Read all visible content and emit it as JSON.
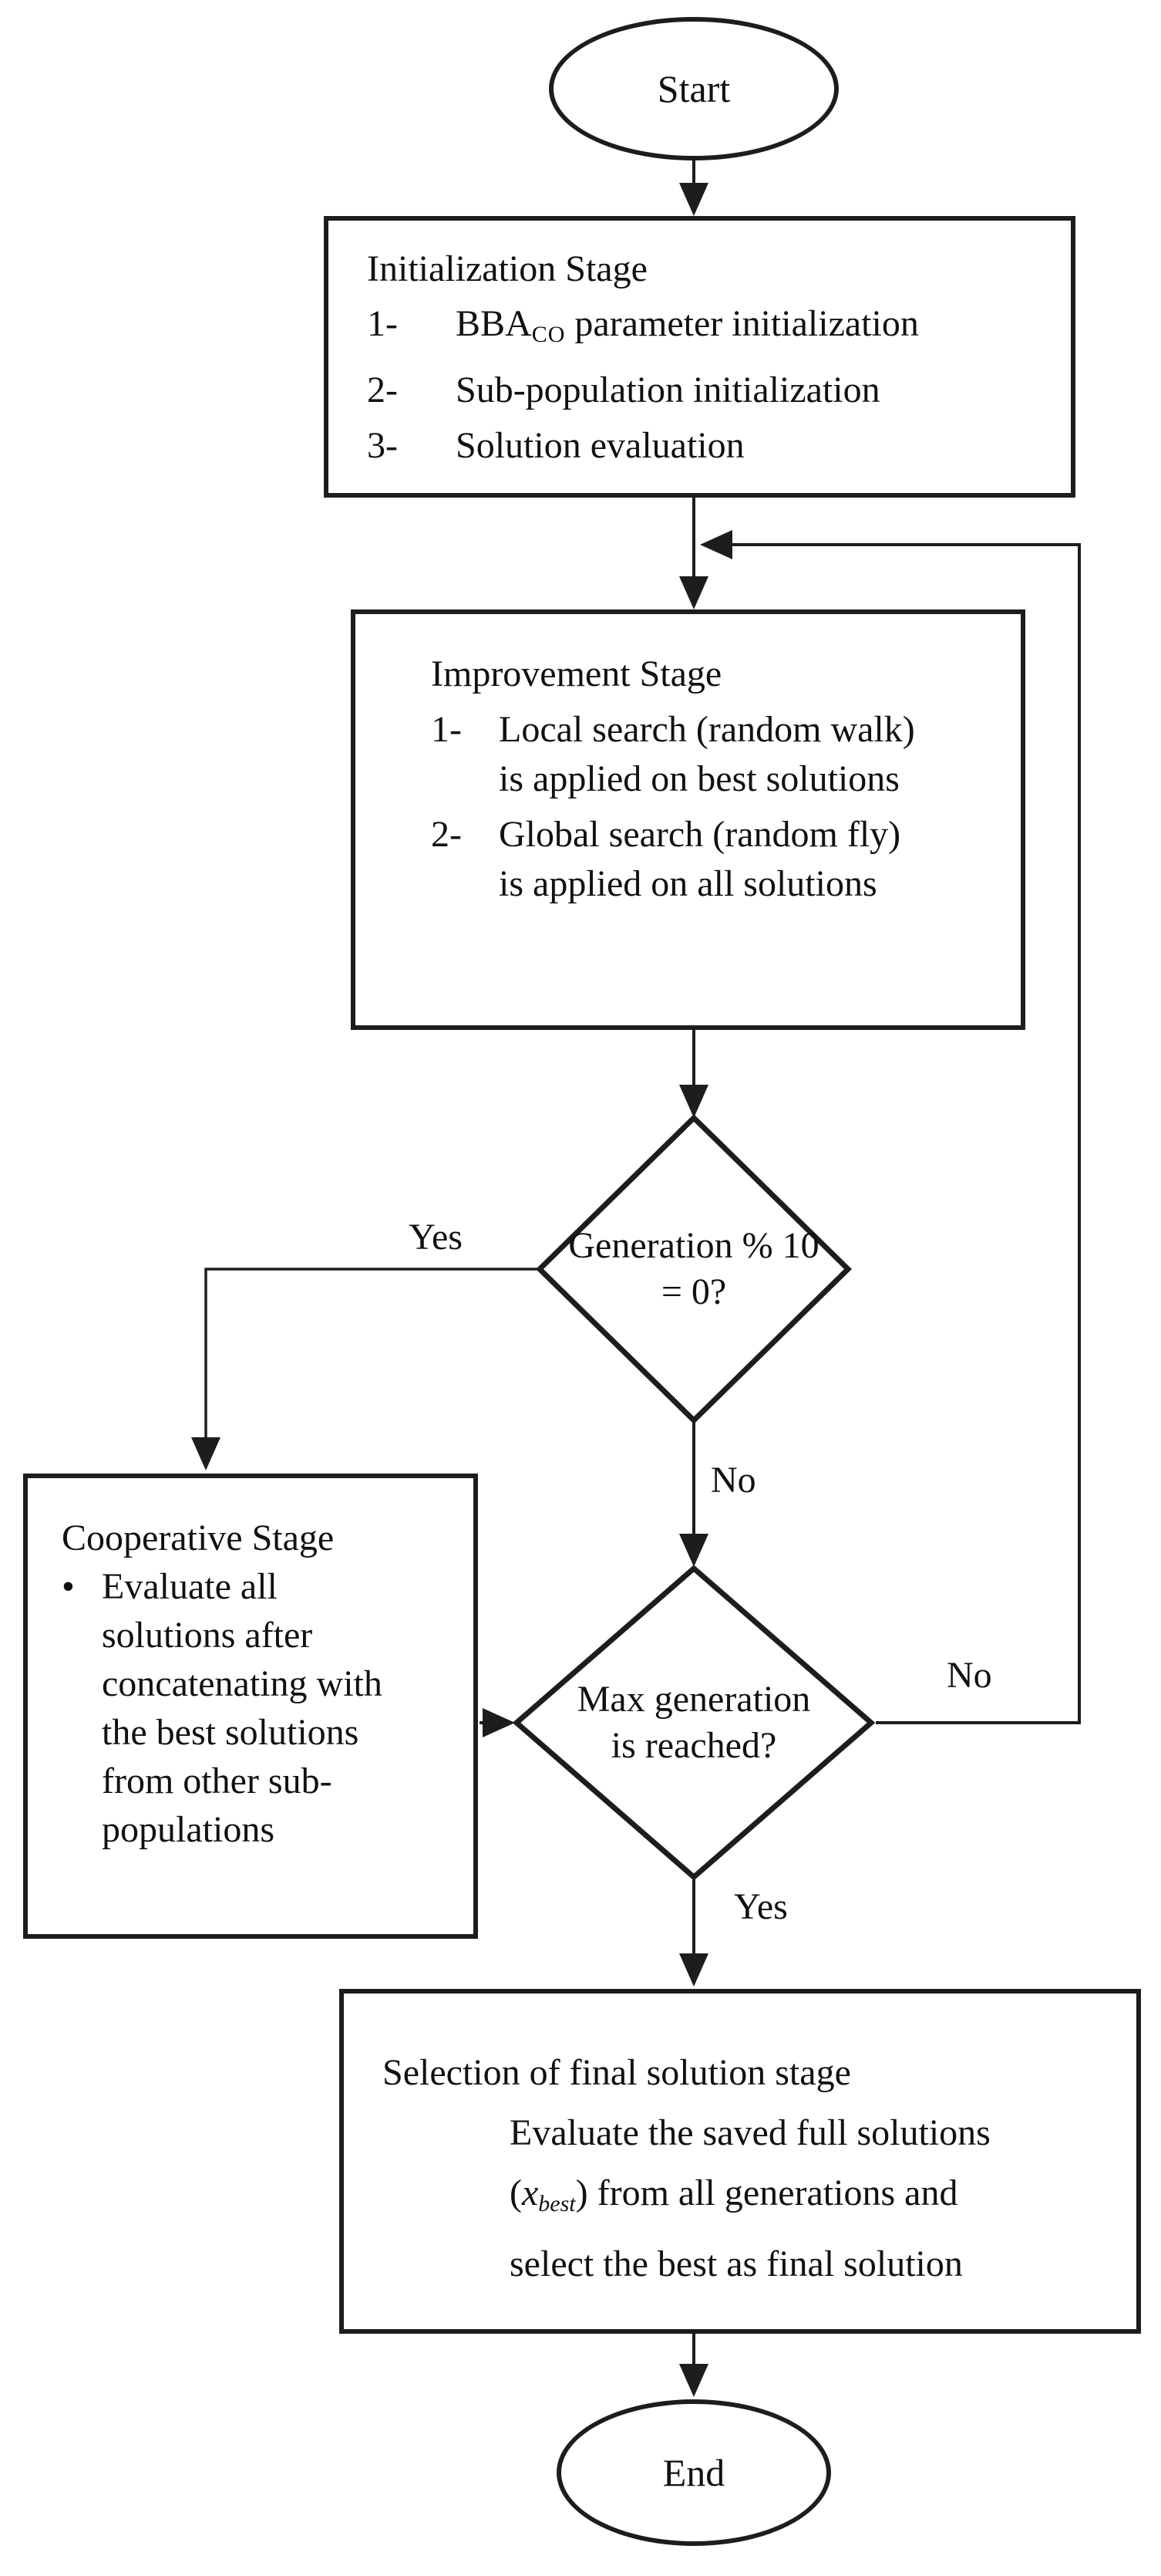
{
  "colors": {
    "stroke": "#1d1d1d",
    "background": "#ffffff",
    "text": "#111111"
  },
  "nodes": {
    "start": {
      "label": "Start"
    },
    "initialization": {
      "title": "Initialization Stage",
      "items": [
        {
          "num": "1-",
          "pre": "BBA",
          "sub": "CO",
          "post": " parameter initialization"
        },
        {
          "num": "2-",
          "text": "Sub-population initialization"
        },
        {
          "num": "3-",
          "text": "Solution evaluation"
        }
      ]
    },
    "improvement": {
      "title": "Improvement Stage",
      "items": [
        {
          "num": "1-",
          "line1": "Local search (random walk)",
          "line2": "is applied on best solutions"
        },
        {
          "num": "2-",
          "line1": "Global search (random fly)",
          "line2": "is applied on all solutions"
        }
      ]
    },
    "generation_check": {
      "line1": "Generation % 10",
      "line2": "= 0?"
    },
    "cooperative": {
      "title": "Cooperative Stage",
      "bullet": "•",
      "lines": [
        "Evaluate all",
        "solutions after",
        "concatenating with",
        "the best solutions",
        "from other sub-",
        "populations"
      ]
    },
    "max_generation_check": {
      "line1": "Max generation",
      "line2": "is reached?"
    },
    "final_selection": {
      "title": "Selection of final solution stage",
      "line1": "Evaluate the saved full solutions",
      "line2_pre": "(",
      "line2_var": "x",
      "line2_sub": "best",
      "line2_post": ") from all generations and",
      "line3": "select the best as final solution"
    },
    "end": {
      "label": "End"
    }
  },
  "edge_labels": {
    "generation_yes": "Yes",
    "generation_no": "No",
    "max_no": "No",
    "max_yes": "Yes"
  }
}
